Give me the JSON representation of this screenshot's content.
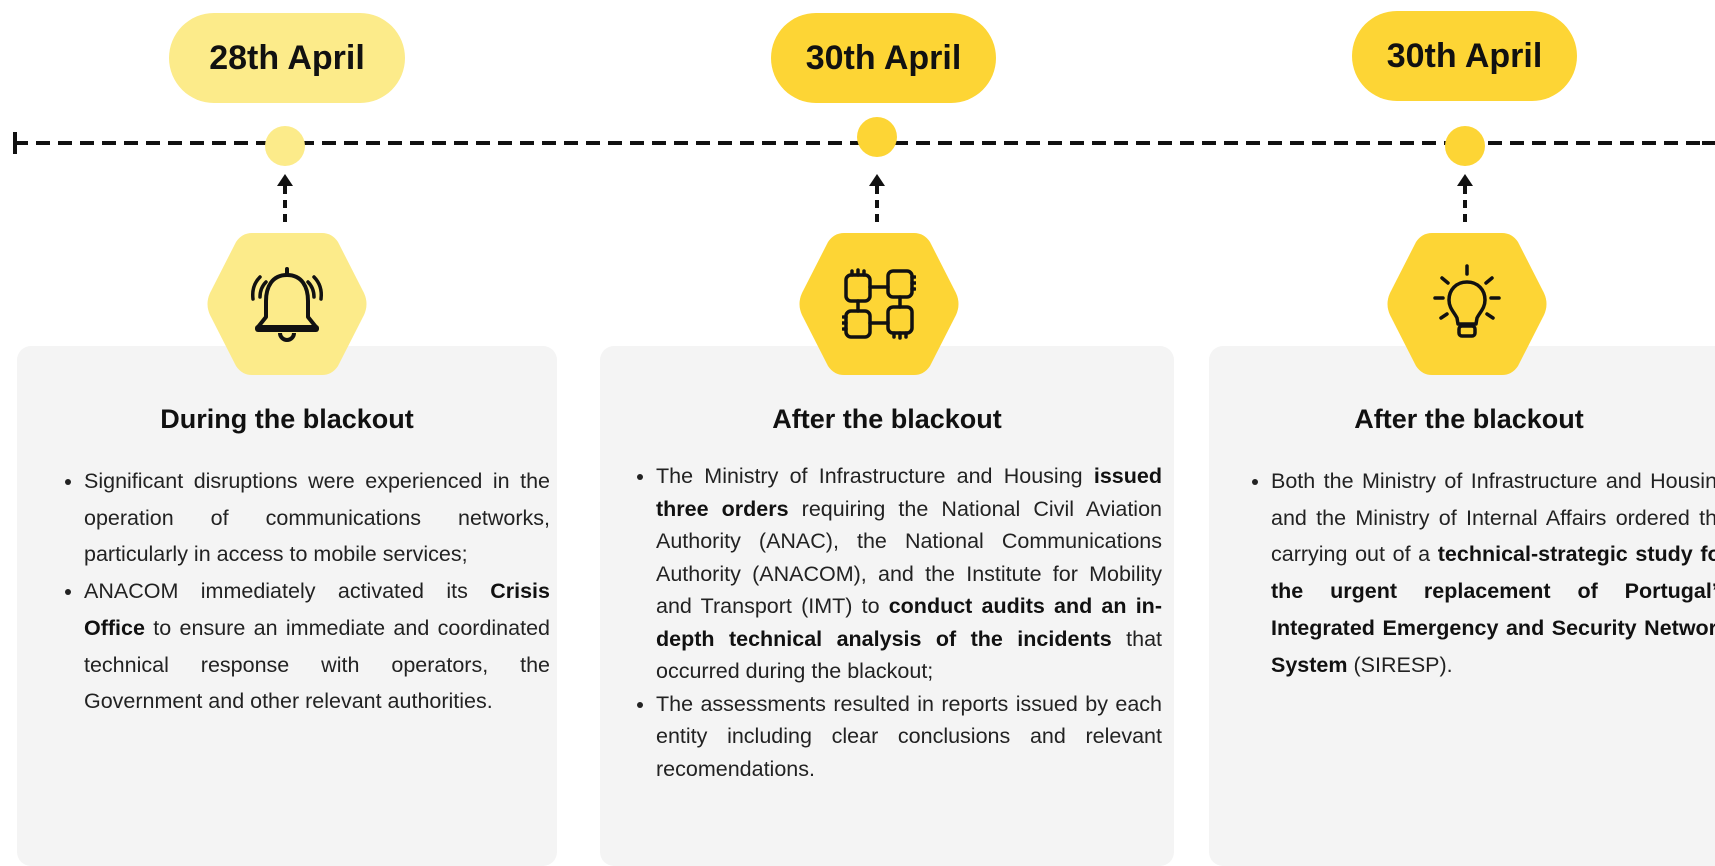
{
  "colors": {
    "pale_yellow": "#FCEB8A",
    "yellow": "#FDD535",
    "card_bg": "#F4F4F4",
    "line": "#111111"
  },
  "events": [
    {
      "date": "28th April",
      "icon": "bell-ringing-icon",
      "title": "During the blackout",
      "bullets": [
        [
          {
            "t": "Significant disruptions were experienced in the operation of communications networks, particularly in access to mobile services;",
            "b": false
          }
        ],
        [
          {
            "t": "ANACOM immediately activated its ",
            "b": false
          },
          {
            "t": "Crisis Office",
            "b": true
          },
          {
            "t": " to ensure an immediate and coordinated technical response with operators, the Government and other relevant authorities.",
            "b": false
          }
        ]
      ]
    },
    {
      "date": "30th April",
      "icon": "hands-teamwork-icon",
      "title": "After the blackout",
      "bullets": [
        [
          {
            "t": "The Ministry of Infrastructure and Housing ",
            "b": false
          },
          {
            "t": "issued three orders",
            "b": true
          },
          {
            "t": " requiring the National Civil Aviation Authority (ANAC), the National Communications Authority (ANACOM), and the Institute for Mobility and Transport (IMT) to ",
            "b": false
          },
          {
            "t": "conduct audits and an in-depth technical analysis of the incidents",
            "b": true
          },
          {
            "t": " that occurred during the blackout;",
            "b": false
          }
        ],
        [
          {
            "t": "The assessments resulted in reports issued by each entity including clear conclusions and relevant recomendations.",
            "b": false
          }
        ]
      ]
    },
    {
      "date": "30th April",
      "icon": "lightbulb-icon",
      "title": "After the blackout",
      "bullets": [
        [
          {
            "t": "Both the Ministry of Infrastructure and Housing and the Ministry of Internal Affairs ordered the carrying out of a ",
            "b": false
          },
          {
            "t": "technical-strategic study for the urgent replacement of Portugal’s Integrated Emergency and Security Network System",
            "b": true
          },
          {
            "t": " (SIRESP).",
            "b": false
          }
        ]
      ]
    }
  ]
}
